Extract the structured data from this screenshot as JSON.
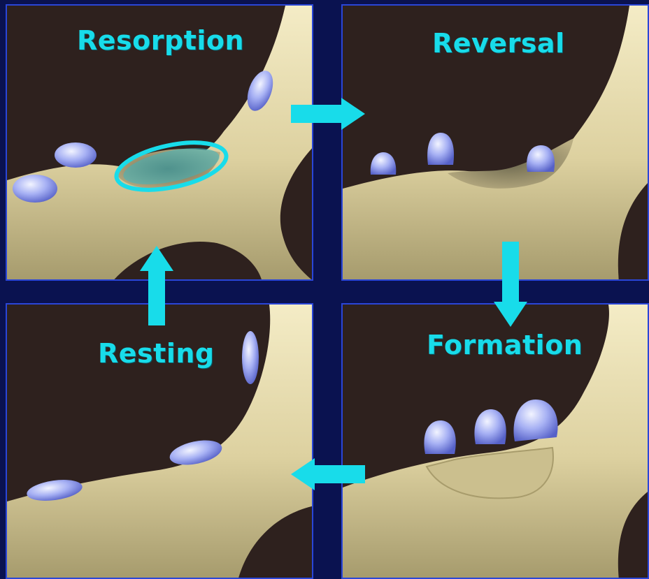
{
  "diagram": {
    "stages": [
      {
        "id": "resorption",
        "label": "Resorption"
      },
      {
        "id": "reversal",
        "label": "Reversal"
      },
      {
        "id": "formation",
        "label": "Formation"
      },
      {
        "id": "resting",
        "label": "Resting"
      }
    ],
    "colors": {
      "background": "#2e211e",
      "frame": "#0a1250",
      "frame_border": "#2a46d8",
      "bone": "#e6dcae",
      "cell": "#9aa6f2",
      "label_and_arrow": "#18dcea"
    }
  }
}
